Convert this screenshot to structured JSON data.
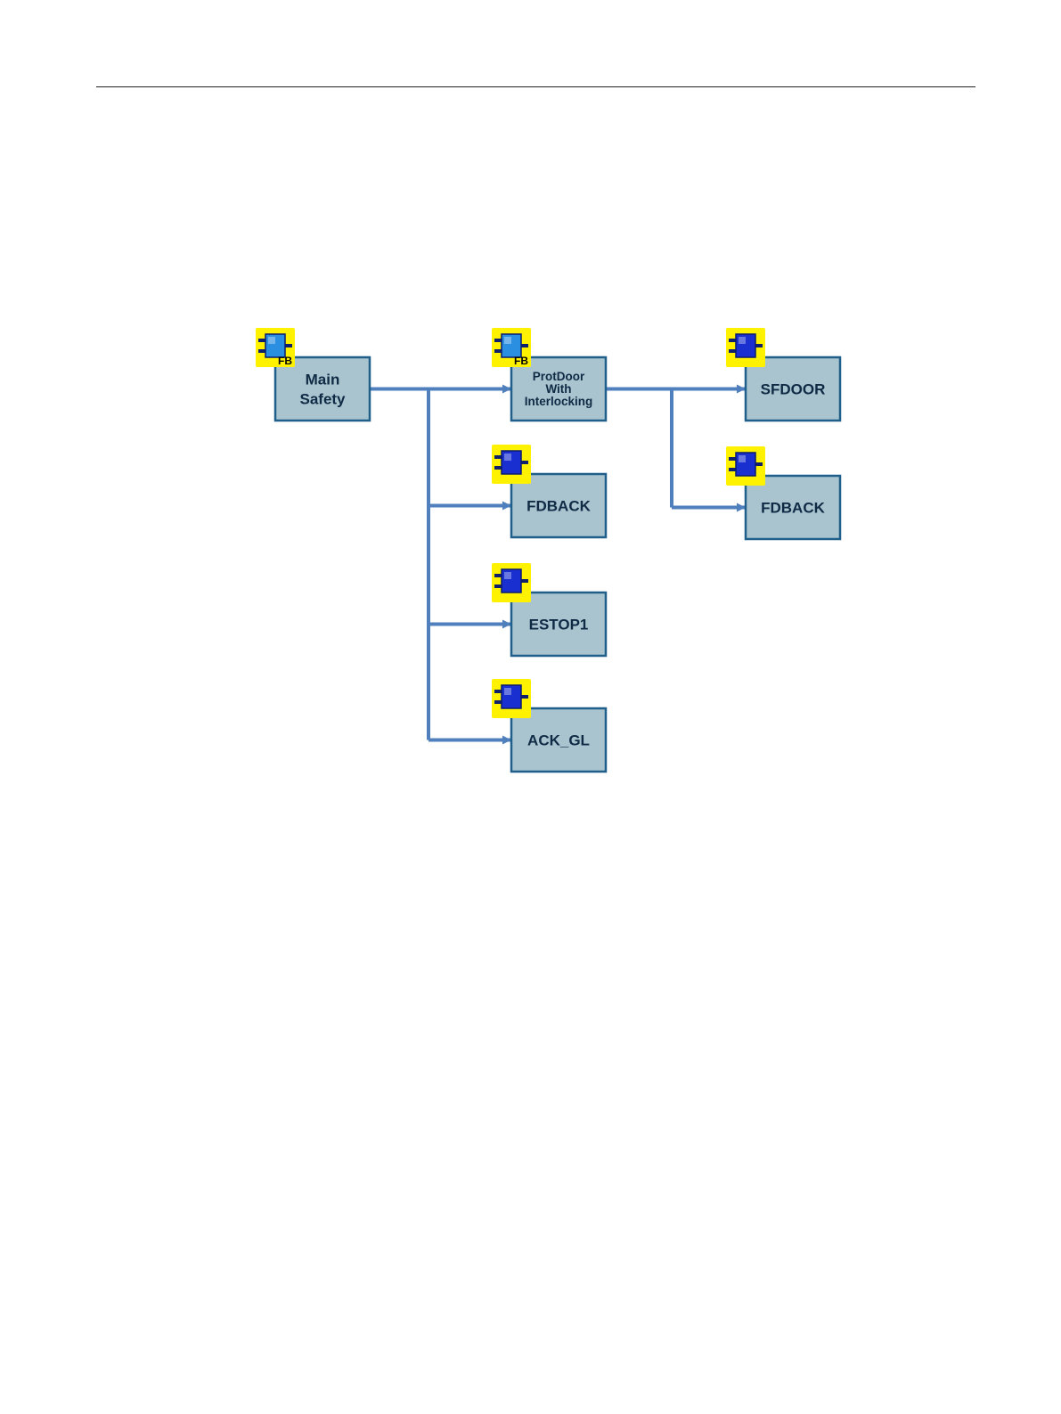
{
  "nodes": [
    {
      "id": "main-safety",
      "lines": [
        "Main",
        "Safety"
      ],
      "icon": "fb-block-icon",
      "badge": "FB"
    },
    {
      "id": "protdoor",
      "lines": [
        "ProtDoor",
        "With",
        "Interlocking"
      ],
      "icon": "fb-block-icon",
      "badge": "FB"
    },
    {
      "id": "sfdoor",
      "lines": [
        "SFDOOR"
      ],
      "icon": "f-block-icon"
    },
    {
      "id": "fdback-1",
      "lines": [
        "FDBACK"
      ],
      "icon": "f-block-icon"
    },
    {
      "id": "fdback-2",
      "lines": [
        "FDBACK"
      ],
      "icon": "f-block-icon"
    },
    {
      "id": "estop1",
      "lines": [
        "ESTOP1"
      ],
      "icon": "f-block-icon"
    },
    {
      "id": "ack-gl",
      "lines": [
        "ACK_GL"
      ],
      "icon": "f-block-icon"
    }
  ],
  "edges": [
    {
      "from": "main-safety",
      "to": "protdoor"
    },
    {
      "from": "main-safety",
      "to": "fdback-1"
    },
    {
      "from": "main-safety",
      "to": "estop1"
    },
    {
      "from": "main-safety",
      "to": "ack-gl"
    },
    {
      "from": "protdoor",
      "to": "sfdoor"
    },
    {
      "from": "protdoor",
      "to": "fdback-2"
    }
  ],
  "colors": {
    "node_fill": "#a9c4cf",
    "node_border": "#1f5f8a",
    "connector": "#4f7fbd",
    "icon_bg": "#fff200",
    "fb_block": "#2a8fe0",
    "f_block": "#1a2fd0"
  }
}
